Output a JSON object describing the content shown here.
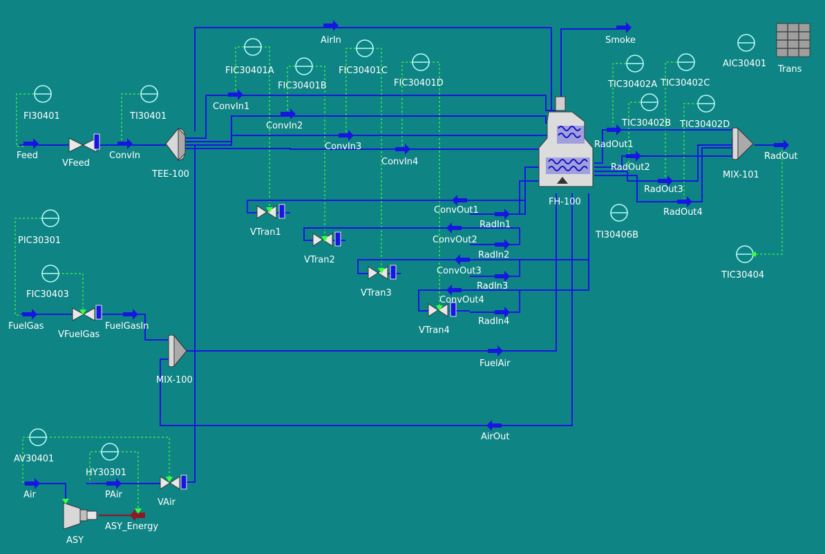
{
  "colors": {
    "background": "#0f8484",
    "material_stream": "#1616e0",
    "signal_line": "#3cff3c",
    "energy_stream": "#8a1a2a",
    "controller": "#b8fbfb",
    "label": "#ffffff"
  },
  "streams": {
    "feed": "Feed",
    "convin": "ConvIn",
    "airin": "AirIn",
    "smoke": "Smoke",
    "convin1": "ConvIn1",
    "convin2": "ConvIn2",
    "convin3": "ConvIn3",
    "convin4": "ConvIn4",
    "convout1": "ConvOut1",
    "convout2": "ConvOut2",
    "convout3": "ConvOut3",
    "convout4": "ConvOut4",
    "radin1": "RadIn1",
    "radin2": "RadIn2",
    "radin3": "RadIn3",
    "radin4": "RadIn4",
    "radout1": "RadOut1",
    "radout2": "RadOut2",
    "radout3": "RadOut3",
    "radout4": "RadOut4",
    "radout": "RadOut",
    "fuelgas": "FuelGas",
    "fuelgasin": "FuelGasIn",
    "fuelair": "FuelAir",
    "airout": "AirOut",
    "air": "Air",
    "pair": "PAir",
    "asy_energy": "ASY_Energy"
  },
  "units": {
    "vfeed": "VFeed",
    "tee100": "TEE-100",
    "fh100": "FH-100",
    "mix101": "MIX-101",
    "mix100": "MIX-100",
    "vtran1": "VTran1",
    "vtran2": "VTran2",
    "vtran3": "VTran3",
    "vtran4": "VTran4",
    "vfuelgas": "VFuelGas",
    "vair": "VAir",
    "asy": "ASY",
    "trans": "Trans"
  },
  "controllers": {
    "fi30401": "FI30401",
    "ti30401": "TI30401",
    "fic30401a": "FIC30401A",
    "fic30401b": "FIC30401B",
    "fic30401c": "FIC30401C",
    "fic30401d": "FIC30401D",
    "tic30402a": "TIC30402A",
    "tic30402b": "TIC30402B",
    "tic30402c": "TIC30402C",
    "tic30402d": "TIC30402D",
    "aic30401": "AIC30401",
    "ti30406b": "TI30406B",
    "tic30404": "TIC30404",
    "pic30301": "PIC30301",
    "fic30403": "FIC30403",
    "av30401": "AV30401",
    "hy30301": "HY30301"
  }
}
